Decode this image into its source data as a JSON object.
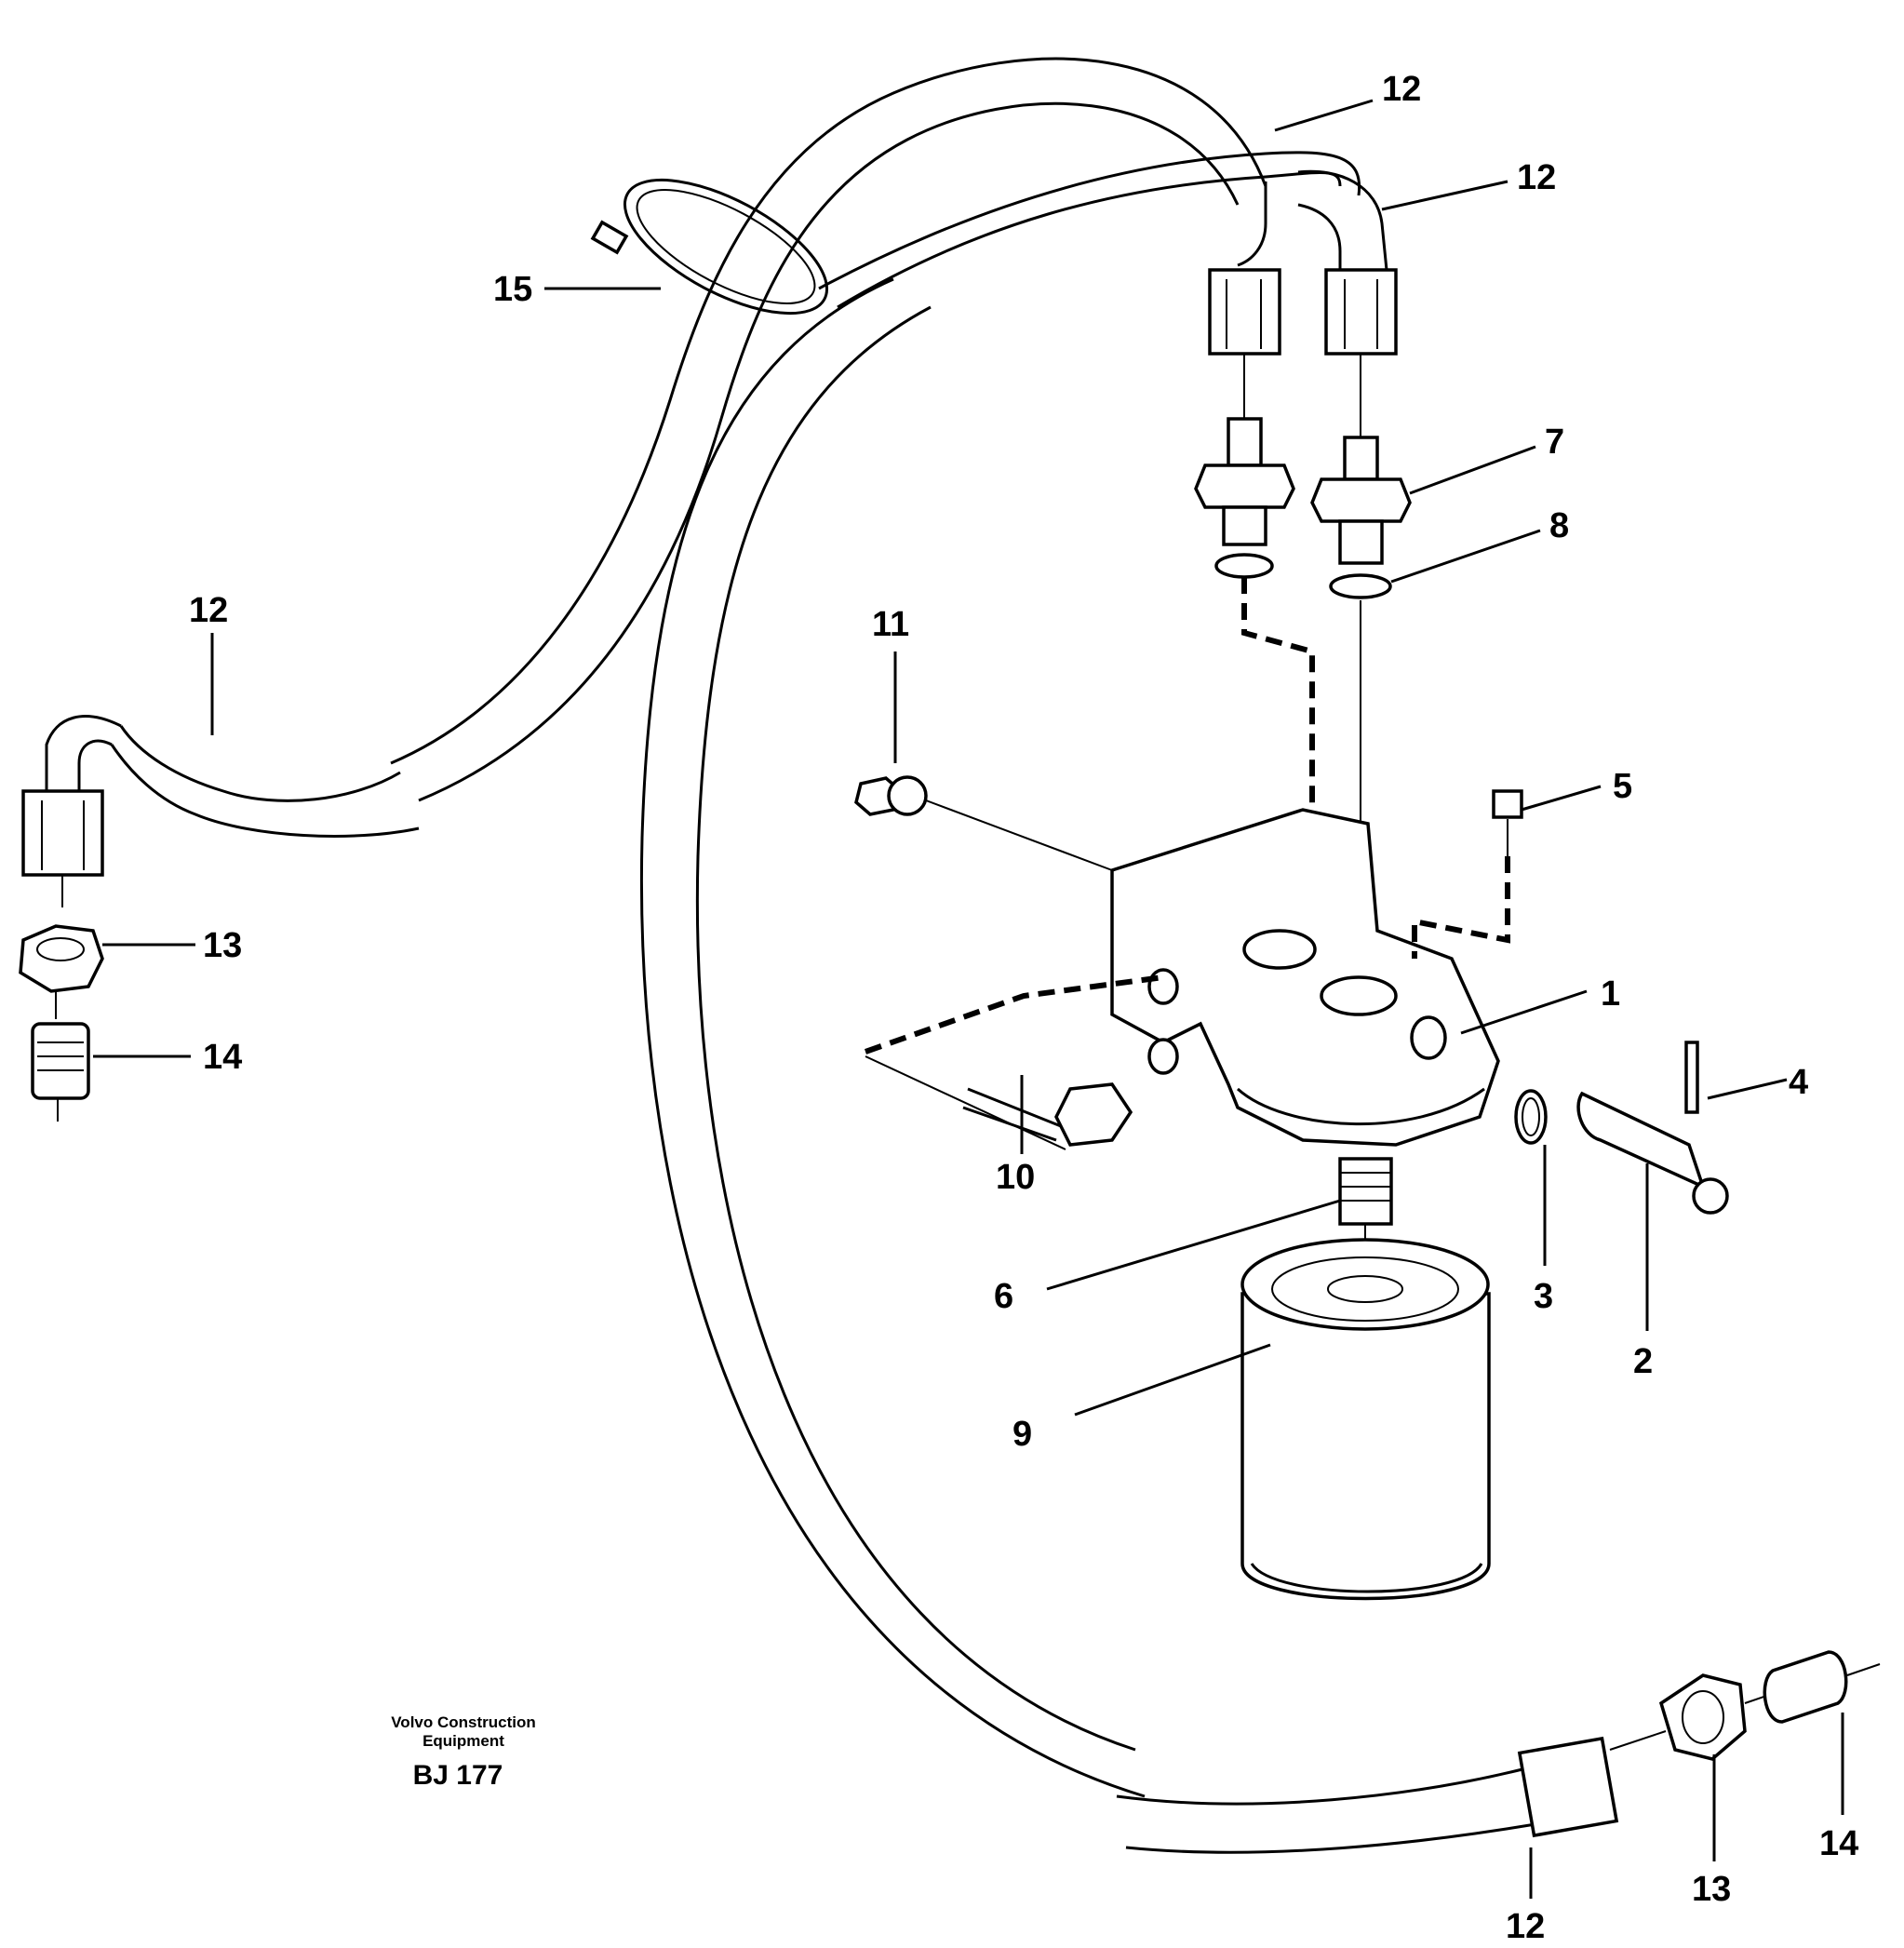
{
  "diagram": {
    "credit_line1": "Volvo Construction",
    "credit_line2": "Equipment",
    "code": "BJ 177",
    "callouts": [
      {
        "id": "c1",
        "text": "1"
      },
      {
        "id": "c2",
        "text": "2"
      },
      {
        "id": "c3",
        "text": "3"
      },
      {
        "id": "c4",
        "text": "4"
      },
      {
        "id": "c5",
        "text": "5"
      },
      {
        "id": "c6",
        "text": "6"
      },
      {
        "id": "c7",
        "text": "7"
      },
      {
        "id": "c8",
        "text": "8"
      },
      {
        "id": "c9",
        "text": "9"
      },
      {
        "id": "c10",
        "text": "10"
      },
      {
        "id": "c11",
        "text": "11"
      },
      {
        "id": "c12a",
        "text": "12"
      },
      {
        "id": "c12b",
        "text": "12"
      },
      {
        "id": "c12c",
        "text": "12"
      },
      {
        "id": "c12d",
        "text": "12"
      },
      {
        "id": "c13a",
        "text": "13"
      },
      {
        "id": "c13b",
        "text": "13"
      },
      {
        "id": "c14a",
        "text": "14"
      },
      {
        "id": "c14b",
        "text": "14"
      },
      {
        "id": "c15",
        "text": "15"
      }
    ]
  }
}
